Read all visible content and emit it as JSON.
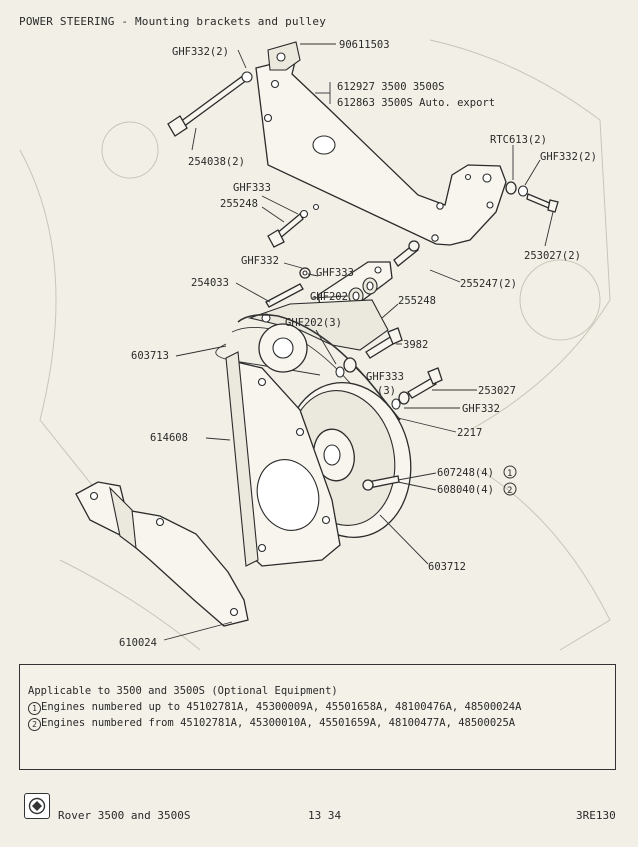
{
  "title": "POWER STEERING - Mounting brackets and pulley",
  "labels": {
    "p90611503": "90611503",
    "ghf332_top": "GHF332(2)",
    "p612927": "612927  3500 3500S",
    "p612863": "612863  3500S Auto. export",
    "rtc613": "RTC613(2)",
    "ghf332_right": "GHF332(2)",
    "p254038": "254038(2)",
    "ghf333_a": "GHF333",
    "p255248_a": "255248",
    "p253027_2": "253027(2)",
    "ghf332_mid": "GHF332",
    "ghf333_b": "GHF333",
    "p255247": "255247(2)",
    "p254033": "254033",
    "ghf202_a": "GHF202",
    "p255248_b": "255248",
    "ghf202_b": "GHF202(3)",
    "p3982": "3982",
    "p603713": "603713",
    "ghf333_c": "GHF333",
    "qty3": "(3)",
    "p253027": "253027",
    "ghf332_low": "GHF332",
    "p2217": "2217",
    "p614608": "614608",
    "p607248": "607248(4)",
    "p608040": "608040(4)",
    "p603712": "603712",
    "p610024": "610024",
    "circ1": "1",
    "circ2": "2"
  },
  "notes": {
    "heading": "Applicable to 3500 and 3500S (Optional Equipment)",
    "line1_mark": "1",
    "line1": "Engines numbered up to 45102781A, 45300009A, 45501658A, 48100476A, 48500024A",
    "line2_mark": "2",
    "line2": "Engines numbered from 45102781A, 45300010A, 45501659A, 48100477A, 48500025A"
  },
  "footer": {
    "model": "Rover 3500 and 3500S",
    "page": "13 34",
    "code": "3RE130"
  }
}
